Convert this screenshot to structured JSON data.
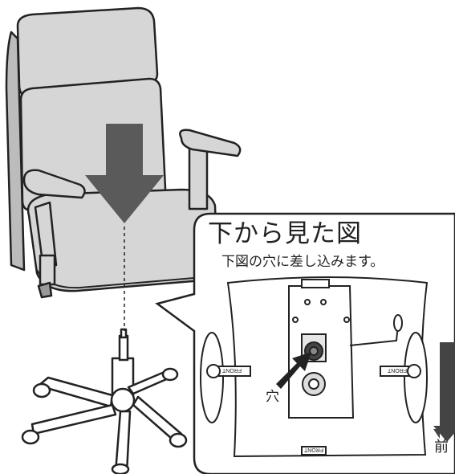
{
  "callout": {
    "title": "下から見た図",
    "instruction": "下図の穴に差し込みます。",
    "hole_label": "穴",
    "front_label": "前",
    "plate_label_left": "FRONT",
    "plate_label_right": "FRONT",
    "plate_label_bottom": "FRONT"
  },
  "colors": {
    "outline": "#222222",
    "chair_fill": "#d6d6d6",
    "chair_shadow": "#bcbcbc",
    "arrow": "#5a5a5a",
    "background": "#ffffff"
  }
}
